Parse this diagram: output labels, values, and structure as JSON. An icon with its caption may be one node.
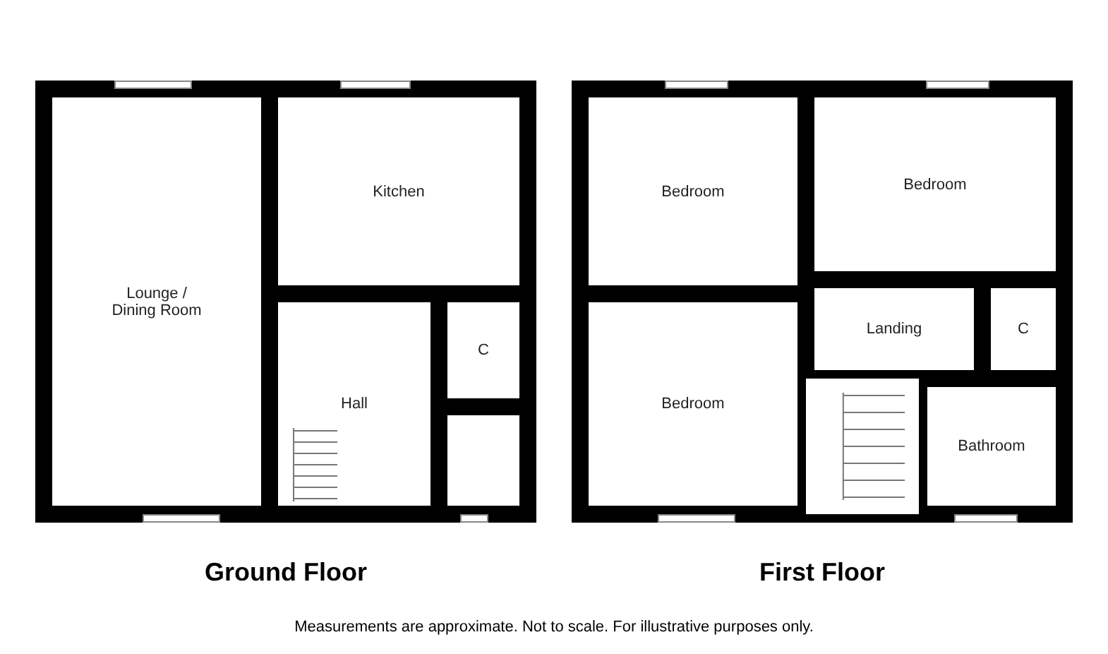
{
  "diagram": {
    "caption": "Measurements are approximate. Not to scale. For illustrative purposes only.",
    "nodes": [
      {
        "text": [
          "Lounge / Dining Room"
        ]
      },
      {
        "text": [
          "Kitchen"
        ]
      },
      {
        "text": [
          "Hall"
        ]
      },
      {
        "text": [
          "C"
        ]
      },
      {
        "text": [],
        "shape": "box"
      },
      {
        "text": [
          "Bedroom"
        ]
      },
      {
        "text": [
          "Bedroom"
        ]
      },
      {
        "text": [
          "Bedroom"
        ]
      },
      {
        "text": [
          "Landing"
        ]
      },
      {
        "text": [
          "C"
        ]
      },
      {
        "text": [
          "Bathroom"
        ]
      }
    ],
    "labels": [
      "Ground Floor",
      "First Floor"
    ]
  }
}
